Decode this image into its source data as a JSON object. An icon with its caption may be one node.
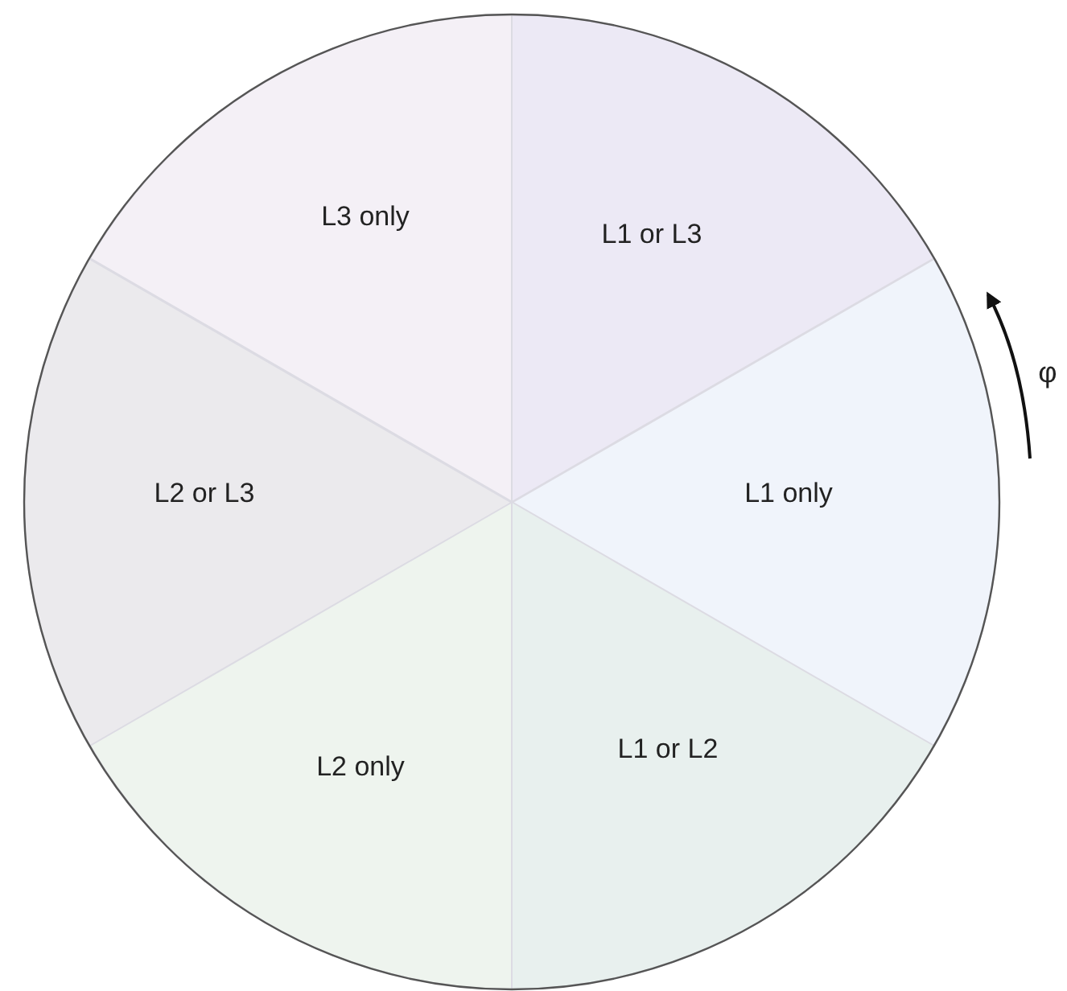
{
  "diagram": {
    "nodes": [
      {
        "text": [
          "L3 only"
        ]
      },
      {
        "text": [
          "L1 or L3"
        ]
      },
      {
        "text": [
          "L2 or L3"
        ]
      },
      {
        "text": [
          "L1 only"
        ]
      },
      {
        "text": [
          "L2 only"
        ]
      },
      {
        "text": [
          "L1 or L2"
        ]
      }
    ],
    "labels": [
      "φ"
    ]
  }
}
